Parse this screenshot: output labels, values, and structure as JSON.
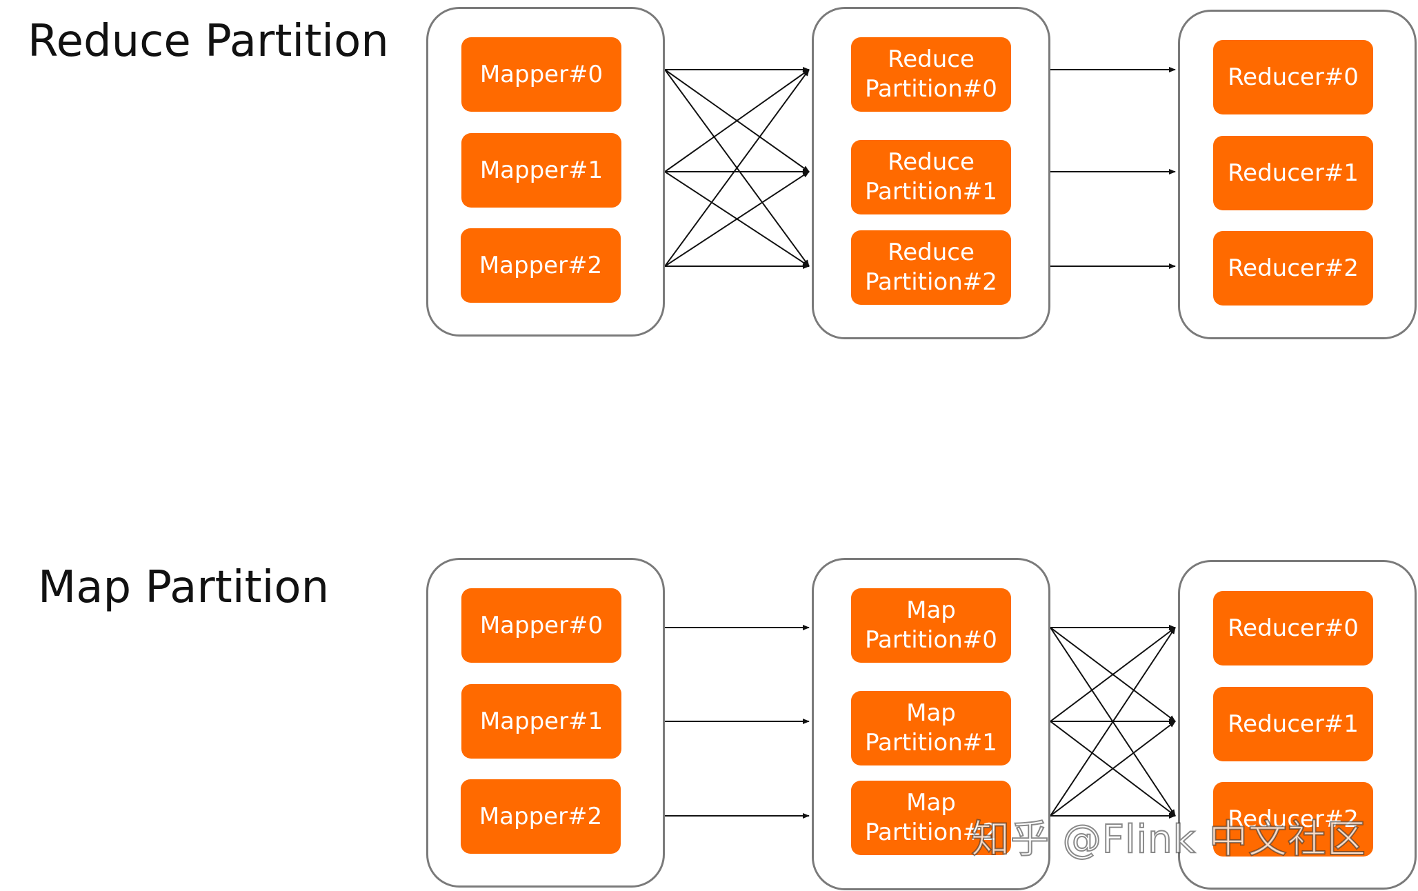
{
  "sections": [
    {
      "title": "Reduce Partition",
      "producers": [
        "Mapper#0",
        "Mapper#1",
        "Mapper#2"
      ],
      "partitions": [
        [
          "Reduce",
          "Partition#0"
        ],
        [
          "Reduce",
          "Partition#1"
        ],
        [
          "Reduce",
          "Partition#2"
        ]
      ],
      "consumers": [
        "Reducer#0",
        "Reducer#1",
        "Reducer#2"
      ],
      "producer_to_partition": "all-to-all",
      "partition_to_consumer": "one-to-one"
    },
    {
      "title": "Map Partition",
      "producers": [
        "Mapper#0",
        "Mapper#1",
        "Mapper#2"
      ],
      "partitions": [
        [
          "Map",
          "Partition#0"
        ],
        [
          "Map",
          "Partition#1"
        ],
        [
          "Map",
          "Partition#2"
        ]
      ],
      "consumers": [
        "Reducer#0",
        "Reducer#1",
        "Reducer#2"
      ],
      "producer_to_partition": "one-to-one",
      "partition_to_consumer": "all-to-all"
    }
  ],
  "watermark": "知乎 @Flink 中文社区",
  "colors": {
    "node_fill": "#ff6a00",
    "node_text": "#ffffff",
    "group_border": "#7a7a7a",
    "edge": "#111111",
    "title_text": "#111111"
  }
}
